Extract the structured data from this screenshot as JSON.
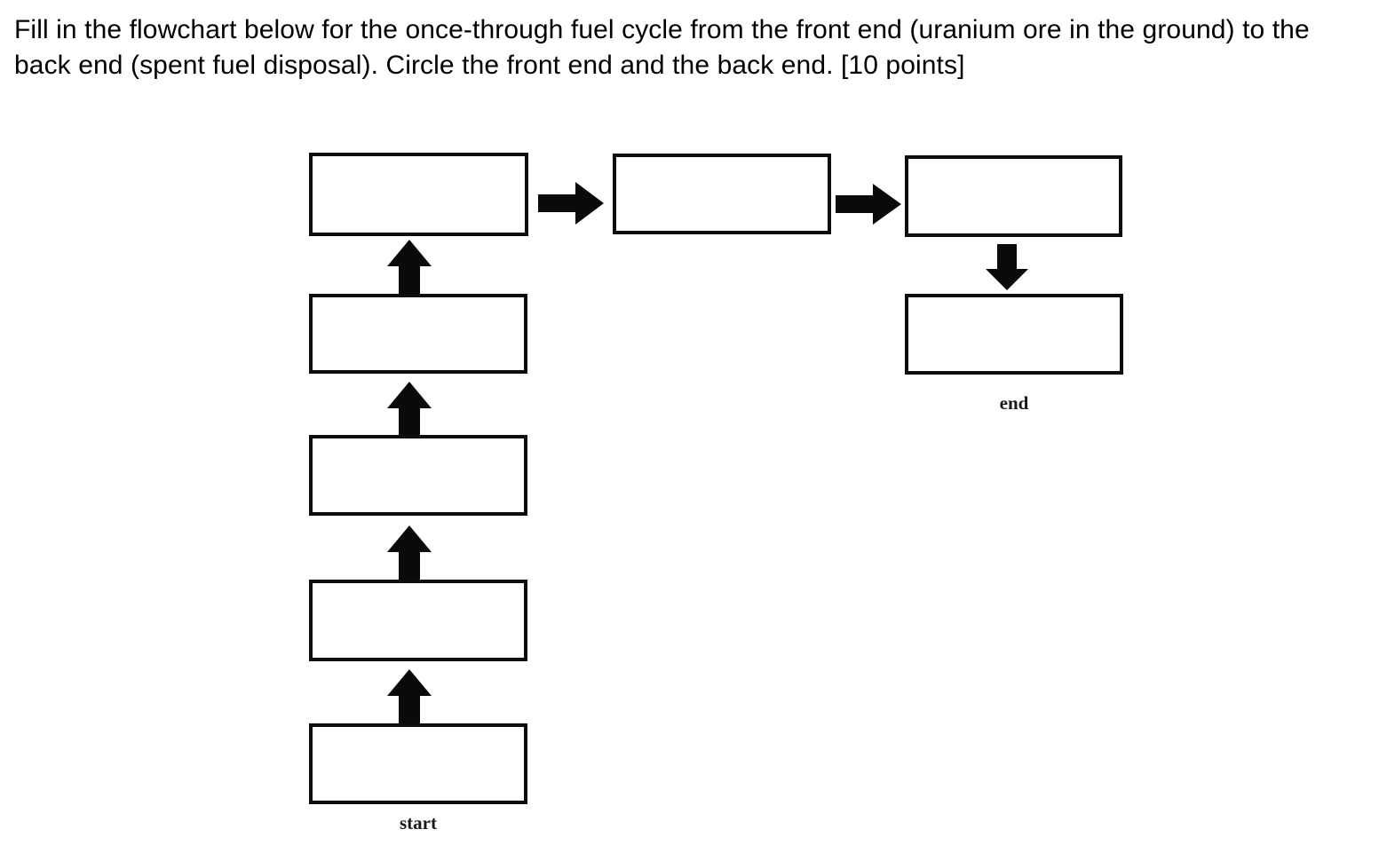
{
  "prompt": {
    "text": "Fill in the flowchart below for the once-through fuel cycle from the front end (uranium ore in the ground) to the back end (spent fuel disposal). Circle the front end and the back end. [10 points]"
  },
  "flowchart": {
    "title": "once-through fuel cycle flowchart",
    "ink_color": "#0d0d0d",
    "box_fill": "#ffffff",
    "boxes": [
      {
        "id": "box-left-5",
        "label": "",
        "column": "left",
        "order_from_start": 5
      },
      {
        "id": "box-left-4",
        "label": "",
        "column": "left",
        "order_from_start": 4
      },
      {
        "id": "box-left-3",
        "label": "",
        "column": "left",
        "order_from_start": 3
      },
      {
        "id": "box-left-2",
        "label": "",
        "column": "left",
        "order_from_start": 2
      },
      {
        "id": "box-left-1",
        "label": "",
        "column": "left",
        "order_from_start": 1
      },
      {
        "id": "box-top-middle",
        "label": "",
        "column": "top-row",
        "order_from_start": 6
      },
      {
        "id": "box-top-right",
        "label": "",
        "column": "top-row",
        "order_from_start": 7
      },
      {
        "id": "box-bottom-right",
        "label": "",
        "column": "right",
        "order_from_start": 8
      }
    ],
    "labels": {
      "start": "start",
      "end": "end"
    },
    "arrows": [
      {
        "id": "arrow-up-1",
        "direction": "up"
      },
      {
        "id": "arrow-up-2",
        "direction": "up"
      },
      {
        "id": "arrow-up-3",
        "direction": "up"
      },
      {
        "id": "arrow-up-4",
        "direction": "up"
      },
      {
        "id": "arrow-right-1",
        "direction": "right"
      },
      {
        "id": "arrow-right-2",
        "direction": "right"
      },
      {
        "id": "arrow-down-1",
        "direction": "down"
      }
    ]
  }
}
